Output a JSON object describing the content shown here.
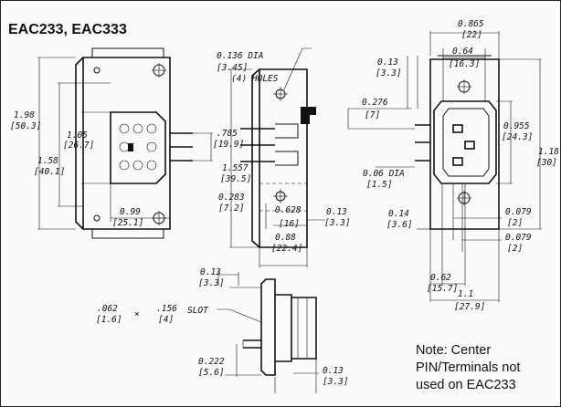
{
  "title": "EAC233, EAC333",
  "note": {
    "line1": "Note: Center",
    "line2": "PIN/Terminals not",
    "line3": "used on EAC233"
  },
  "front_view": {
    "height_in": "1.98",
    "height_mm": "[50.3]",
    "inner_in": "1.05",
    "inner_mm": "[26.7]",
    "mid_in": "1.58",
    "mid_mm": "[40.1]",
    "pin_in": ".785",
    "pin_mm": "[19.9]",
    "width_in": "0.99",
    "width_mm": "[25.1]"
  },
  "side_view": {
    "hole_dia_in": "0.136 DIA",
    "hole_dia_mm": "[3.45]",
    "hole_note": "(4) HOLES",
    "height_in": "1.557",
    "height_mm": "[39.5]",
    "a_in": "0.283",
    "a_mm": "[7.2]",
    "b_in": "0.628",
    "b_mm": "[16]",
    "c_in": "0.13",
    "c_mm": "[3.3]",
    "d_in": "0.88",
    "d_mm": "[22.4]"
  },
  "right_view": {
    "top_in": "0.865",
    "top_mm": "[22]",
    "top2_in": "0.64",
    "top2_mm": "[16.3]",
    "left_in": "0.13",
    "left_mm": "[3.3]",
    "pin_in": "0.276",
    "pin_mm": "[7]",
    "r1_in": "0.955",
    "r1_mm": "[24.3]",
    "r2_in": "1.18",
    "r2_mm": "[30]",
    "pin_dia_in": "0.06 DIA",
    "pin_dia_mm": "[1.5]",
    "b1_in": "0.14",
    "b1_mm": "[3.6]",
    "b2_in": "0.079",
    "b2_mm": "[2]",
    "b3_in": "0.079",
    "b3_mm": "[2]",
    "b4_in": "0.62",
    "b4_mm": "[15.7]",
    "b5_in": "1.1",
    "b5_mm": "[27.9]"
  },
  "bottom_view": {
    "top_in": "0.13",
    "top_mm": "[3.3]",
    "slot_a_in": ".062",
    "slot_a_mm": "[1.6]",
    "slot_x": "×",
    "slot_b_in": ".156",
    "slot_b_mm": "[4]",
    "slot_label": "SLOT",
    "pin_in": "0.222",
    "pin_mm": "[5.6]",
    "br_in": "0.13",
    "br_mm": "[3.3]"
  }
}
